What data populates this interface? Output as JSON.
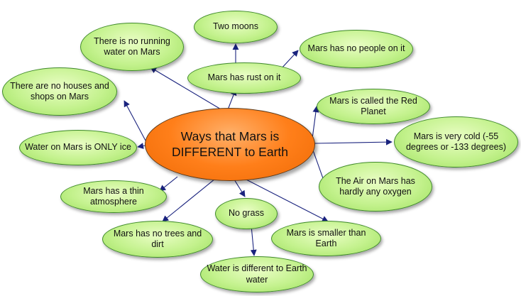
{
  "center": {
    "text": "Ways that Mars is DIFFERENT to Earth"
  },
  "nodes": [
    {
      "id": "two-moons",
      "text": "Two moons"
    },
    {
      "id": "no-running-water",
      "text": "There is no running water on Mars"
    },
    {
      "id": "no-people",
      "text": "Mars has no people on it"
    },
    {
      "id": "rust",
      "text": "Mars has rust on it"
    },
    {
      "id": "no-houses-shops",
      "text": "There are no houses and shops on Mars"
    },
    {
      "id": "red-planet",
      "text": "Mars is called the Red Planet"
    },
    {
      "id": "very-cold",
      "text": "Mars is very cold (-55 degrees or -133 degrees)"
    },
    {
      "id": "water-only-ice",
      "text": "Water on Mars is ONLY ice"
    },
    {
      "id": "thin-air",
      "text": "The Air on Mars has hardly any oxygen"
    },
    {
      "id": "thin-atmosphere",
      "text": "Mars has a thin atmosphere"
    },
    {
      "id": "no-grass",
      "text": "No grass"
    },
    {
      "id": "no-trees-dirt",
      "text": "Mars has no trees and dirt"
    },
    {
      "id": "smaller",
      "text": "Mars is smaller than Earth"
    },
    {
      "id": "water-different",
      "text": "Water is different to Earth water"
    }
  ],
  "colors": {
    "center_fill": "#ff7f1a",
    "node_fill": "#c4f28e",
    "node_border": "#3f8a2a",
    "link": "#1a237e"
  }
}
